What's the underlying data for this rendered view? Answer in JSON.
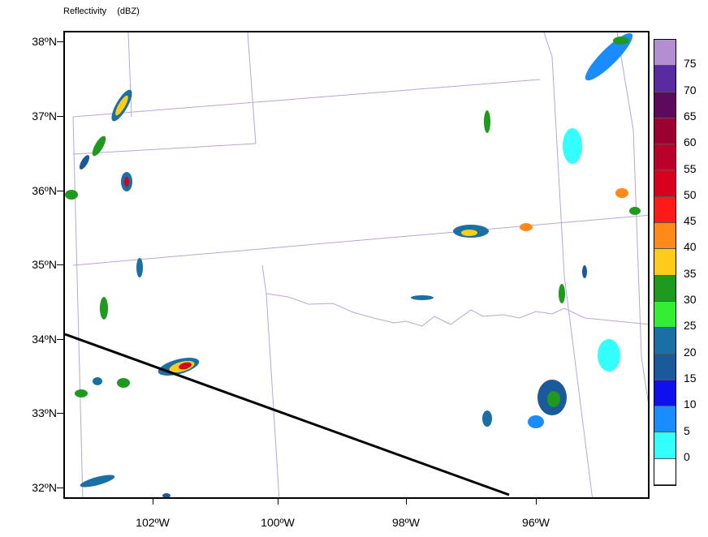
{
  "title": {
    "field": "Reflectivity",
    "unit": "(dBZ)"
  },
  "map": {
    "lat_labels": [
      "38ºN",
      "37ºN",
      "36ºN",
      "35ºN",
      "34ºN",
      "33ºN",
      "32ºN"
    ],
    "lon_labels": [
      "102ºW",
      "100ºW",
      "98ºW",
      "96ºW"
    ],
    "state_line_color": "#b9a6d6",
    "cross_section_color": "#000000"
  },
  "colorbar": {
    "labels": [
      "75",
      "70",
      "65",
      "60",
      "55",
      "50",
      "45",
      "40",
      "35",
      "30",
      "25",
      "20",
      "15",
      "10",
      "5",
      "0"
    ],
    "colors": [
      "#b38fd1",
      "#5a2aa0",
      "#5e0a5c",
      "#9b0030",
      "#b8002a",
      "#d8001a",
      "#ff1a1a",
      "#ff8a1a",
      "#ffcc1a",
      "#1f9a1f",
      "#33ee33",
      "#1a6fa3",
      "#1a5a9a",
      "#1010ee",
      "#1a8cff",
      "#33ffff",
      "#ffffff"
    ]
  }
}
